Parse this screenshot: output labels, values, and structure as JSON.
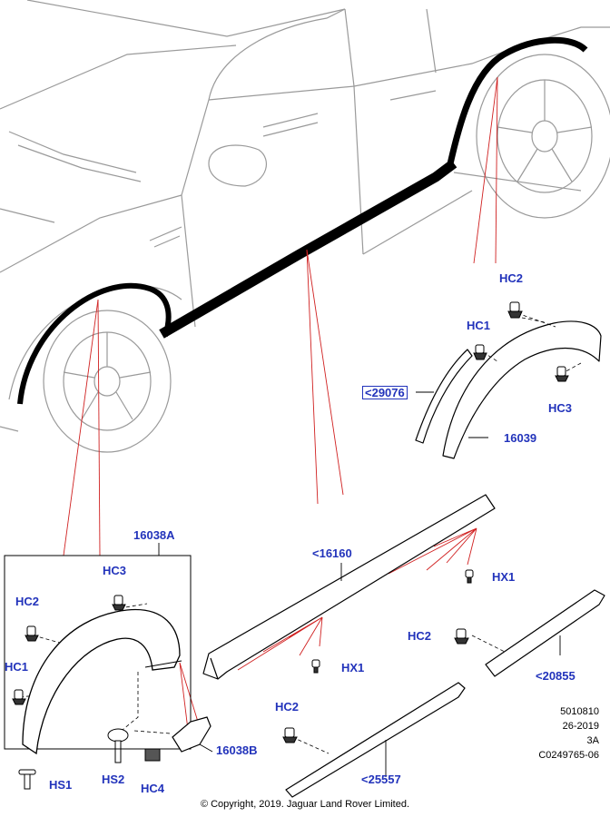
{
  "labels": {
    "hc2_top": "HC2",
    "hc1_top": "HC1",
    "ref_29076": "<29076",
    "hc3_top": "HC3",
    "p16039": "16039",
    "p16038a": "16038A",
    "hc3_left": "HC3",
    "hc2_left": "HC2",
    "hc1_left": "HC1",
    "hs1": "HS1",
    "hs2": "HS2",
    "hc4": "HC4",
    "p16038b": "16038B",
    "ref_16160": "<16160",
    "hx1_top": "HX1",
    "hx1_bottom": "HX1",
    "hc2_mid": "HC2",
    "ref_20855": "<20855",
    "hc2_bottom": "HC2",
    "ref_25557": "<25557"
  },
  "meta": {
    "line1": "5010810",
    "line2": "26-2019",
    "line3": "3A",
    "line4": "C0249765-06"
  },
  "copyright": "© Copyright, 2019. Jaguar Land Rover Limited.",
  "colors": {
    "label": "#2233bb",
    "leader": "#d02020",
    "outline": "#000000",
    "car_line": "#9a9a9a"
  }
}
